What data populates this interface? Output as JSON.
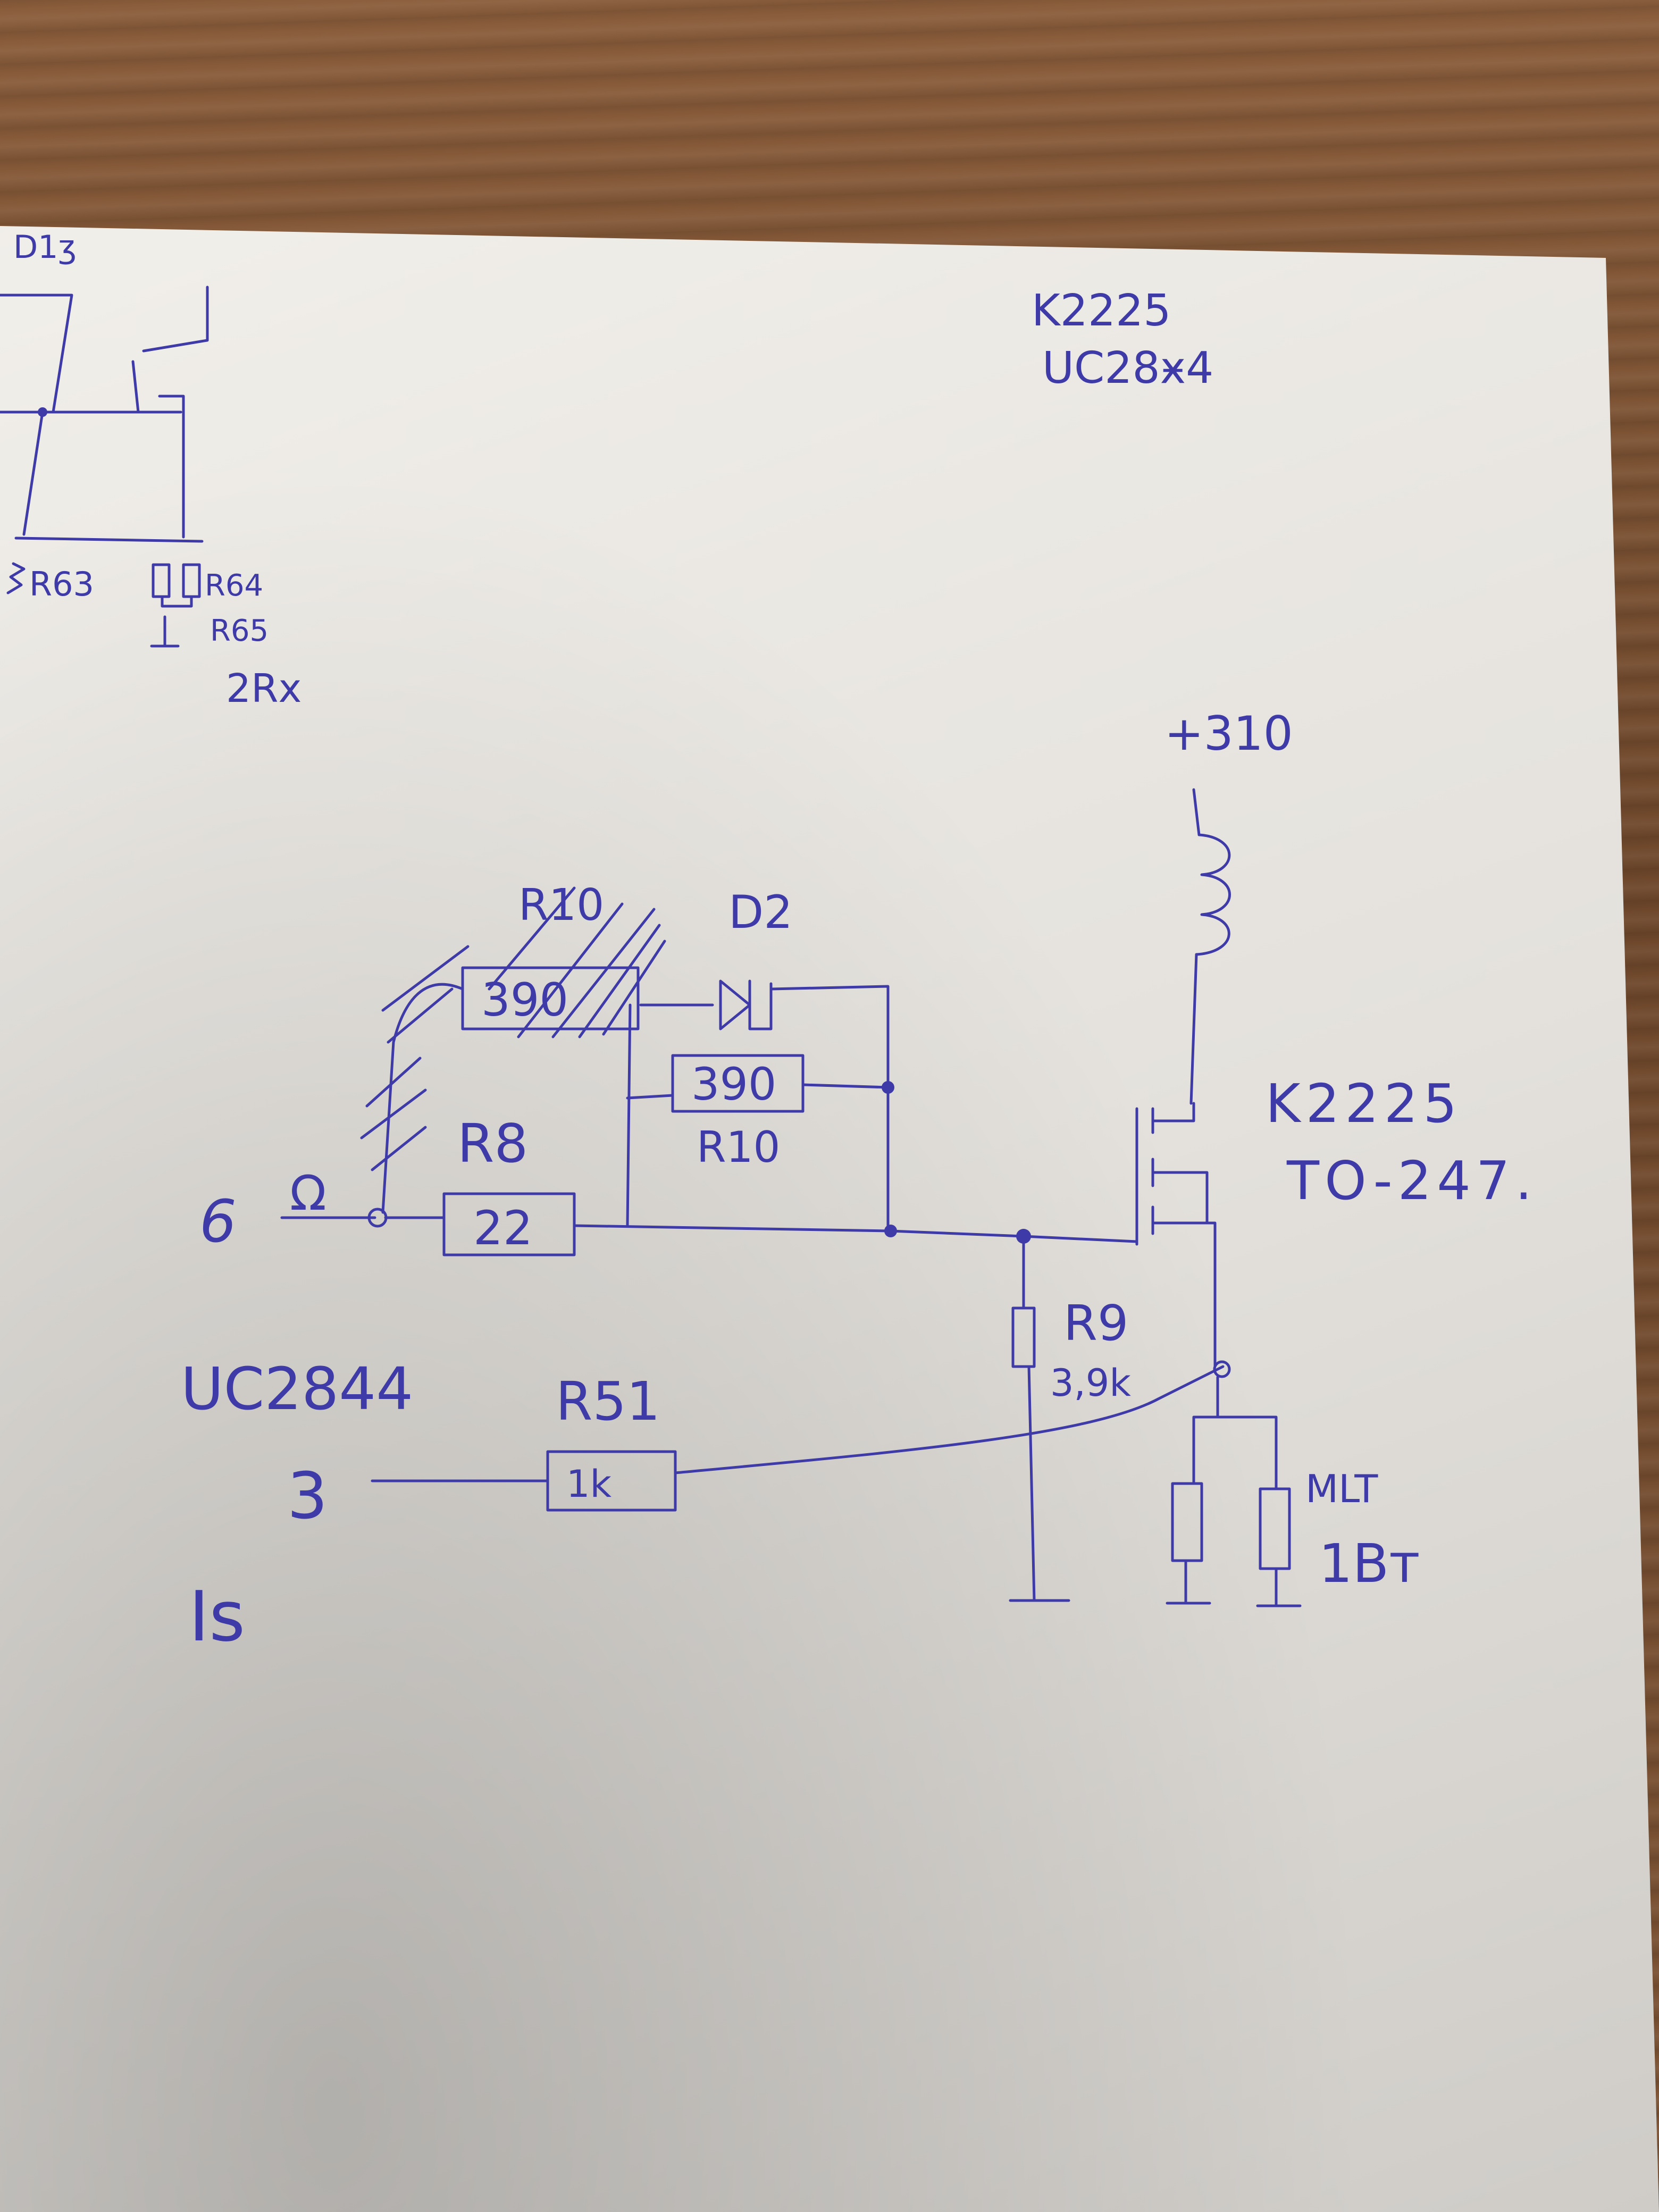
{
  "corner_notes": {
    "line1": "K2225",
    "line2": "UC28ӿ4"
  },
  "top_fragment": {
    "label_d": "D1ʒ",
    "label_r63": "R63",
    "label_r64": "R64",
    "label_r65": "R65",
    "label_2rx": "2Rx"
  },
  "supply": {
    "label": "+310"
  },
  "diode": {
    "label": "D2"
  },
  "r_struck": {
    "label": "R10",
    "value": "390"
  },
  "r10": {
    "label": "R10",
    "value": "390"
  },
  "r8": {
    "label": "R8",
    "value": "22"
  },
  "pin6": {
    "number": "6",
    "symbol": "Ω"
  },
  "mosfet": {
    "part": "K2225",
    "package": "TO-247."
  },
  "r9": {
    "label": "R9",
    "value": "3,9k"
  },
  "controller": {
    "label": "UC2844"
  },
  "pin3": {
    "number": "3",
    "signal": "Is"
  },
  "r51": {
    "label": "R51",
    "value": "1k"
  },
  "shunt": {
    "line1": "MLT",
    "line2": "1Вт"
  }
}
